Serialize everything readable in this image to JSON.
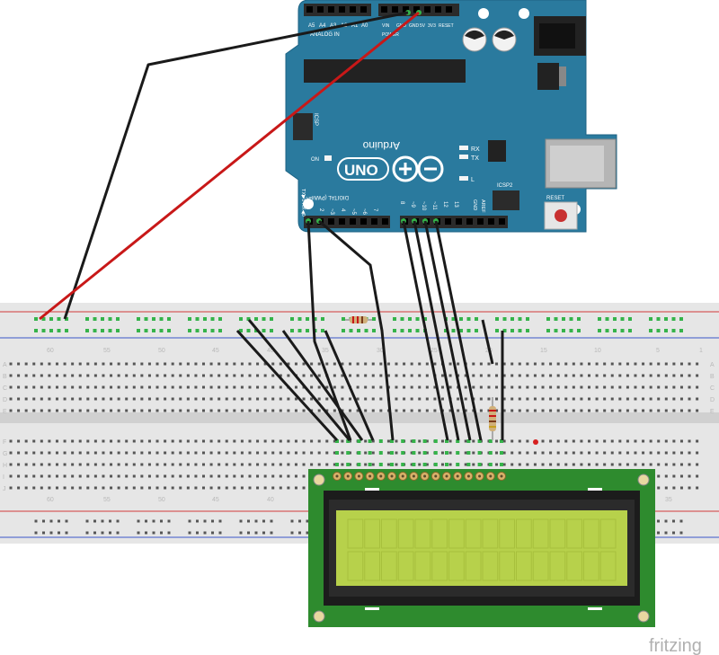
{
  "colors": {
    "board": "#2a7a9e",
    "board_dark": "#1d6384",
    "breadboard": "#e6e6e6",
    "rail_red": "#d23b3b",
    "rail_blue": "#3b55c8",
    "hole_green": "#35b34a",
    "wire_black": "#1a1a1a",
    "wire_red": "#c81818",
    "lcd_pcb": "#2e8b2e",
    "lcd_screen": "#b7d14b"
  },
  "arduino": {
    "brand": "Arduino",
    "model": "UNO",
    "icsp_label": "ICSP",
    "icsp2_label": "ICSP2",
    "reset_label": "RESET",
    "on_label": "ON",
    "rx_label": "RX",
    "tx_label": "TX",
    "l_label": "L",
    "digital_label": "DIGITAL (PWM=~)",
    "txrx_label": "TX▶1 RX◀0",
    "aref_label": "AREF",
    "gnd_label": "GND",
    "power_label": "POWER",
    "analog_label": "ANALOG IN",
    "digital_pins": [
      "7",
      "~6",
      "~5",
      "4",
      "~3",
      "2"
    ],
    "digital_pins_high": [
      "8",
      "~9",
      "~10",
      "~11",
      "12",
      "13"
    ],
    "power_pins": [
      "RESET",
      "3V3",
      "5V",
      "GND",
      "GND",
      "VIN"
    ],
    "analog_pins": [
      "A5",
      "A4",
      "A3",
      "A2",
      "A1",
      "A0"
    ]
  },
  "breadboard": {
    "top_numbers": [
      "60",
      "55",
      "50",
      "45",
      "40",
      "35",
      "30",
      "25",
      "20",
      "15",
      "10",
      "5",
      "1"
    ],
    "bottom_numbers": [
      "60",
      "55",
      "50",
      "45",
      "40",
      "35"
    ],
    "row_letters_top": [
      "A",
      "B",
      "C",
      "D",
      "E"
    ],
    "row_letters_bottom": [
      "F",
      "G",
      "H",
      "I",
      "J"
    ]
  },
  "lcd": {
    "columns": 16,
    "rows": 2,
    "pins": 16
  },
  "watermark": "fritzing"
}
